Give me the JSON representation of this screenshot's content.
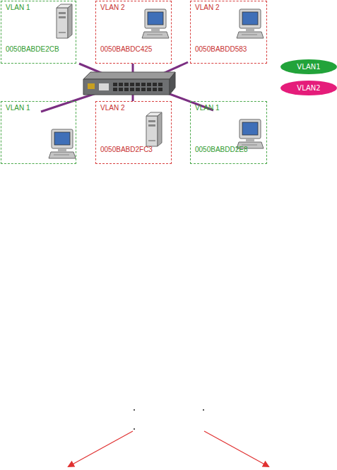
{
  "diagram": {
    "nodes": [
      {
        "text": [
          "VLAN 1",
          "0050BABDE2CB"
        ]
      },
      {
        "text": [
          "VLAN 2",
          "0050BABDC425"
        ]
      },
      {
        "text": [
          "VLAN 2",
          "0050BABDD583"
        ]
      },
      {
        "text": [
          "VLAN 1"
        ]
      },
      {
        "text": [
          "VLAN 2",
          "0050BABD2FC3"
        ]
      },
      {
        "text": [
          "VLAN 1",
          "0050BABDD2E8"
        ]
      }
    ],
    "legend": [
      {
        "text": "VLAN1",
        "color": "#22a33a"
      },
      {
        "text": "VLAN2",
        "color": "#e51c7a"
      }
    ]
  }
}
